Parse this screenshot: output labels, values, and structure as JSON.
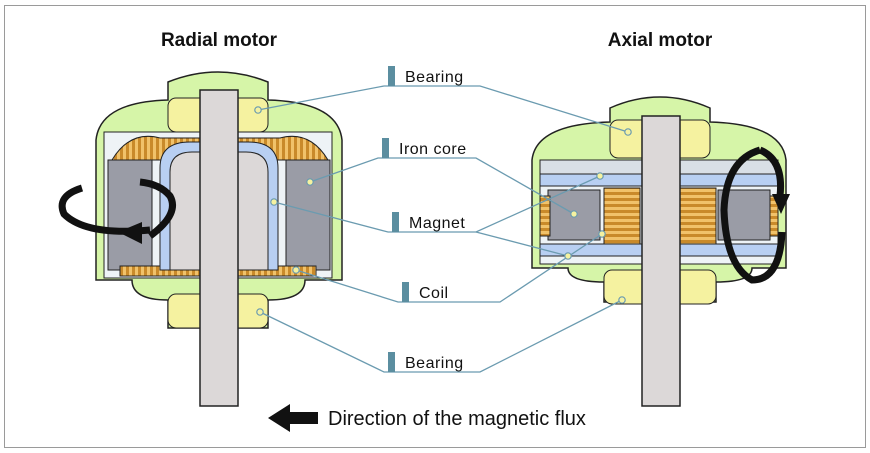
{
  "titles": {
    "radial": "Radial motor",
    "axial": "Axial motor"
  },
  "labels": {
    "bearing_top": "Bearing",
    "iron_core": "Iron core",
    "magnet": "Magnet",
    "coil": "Coil",
    "bearing_bottom": "Bearing"
  },
  "legend": {
    "flux": "Direction of the magnetic flux"
  },
  "colors": {
    "housing": "#d6f5a8",
    "bearing": "#f5f2a0",
    "shaft": "#dcd8d8",
    "core": "#9a9ca6",
    "magnet": "#b8cff2",
    "coil": "#e1a84a",
    "leader": "#6b9bb0",
    "marker": "#5b8ea0",
    "arrow": "#111111"
  }
}
